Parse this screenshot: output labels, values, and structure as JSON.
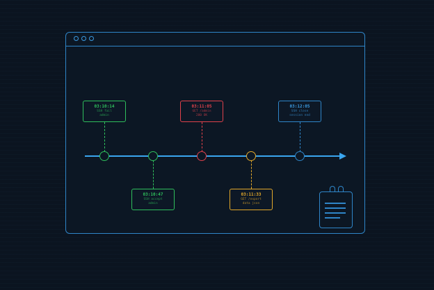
{
  "window": {
    "dots": [
      "dot",
      "dot",
      "dot"
    ]
  },
  "events": [
    {
      "time": "03:10:14",
      "line1": "SSH fail",
      "line2": "admin",
      "status": "success",
      "color": "#2fbf5c",
      "position": "above"
    },
    {
      "time": "03:10:47",
      "line1": "SSH accept",
      "line2": "admin",
      "status": "success",
      "color": "#2fbf5c",
      "position": "below"
    },
    {
      "time": "03:11:05",
      "line1": "GET /admin",
      "line2": "200 OK",
      "status": "error",
      "color": "#e0414b",
      "position": "above"
    },
    {
      "time": "03:11:33",
      "line1": "GET /export",
      "line2": "data json",
      "status": "warning",
      "color": "#e4a92a",
      "position": "below"
    },
    {
      "time": "03:12:05",
      "line1": "SSH close",
      "line2": "session end",
      "status": "info",
      "color": "#2f86c9",
      "position": "above"
    }
  ],
  "colors": {
    "accent": "#3aa6f0",
    "frame": "#2f86c9",
    "background": "#0b1420"
  },
  "icons": {
    "clipboard": "clipboard-icon"
  }
}
